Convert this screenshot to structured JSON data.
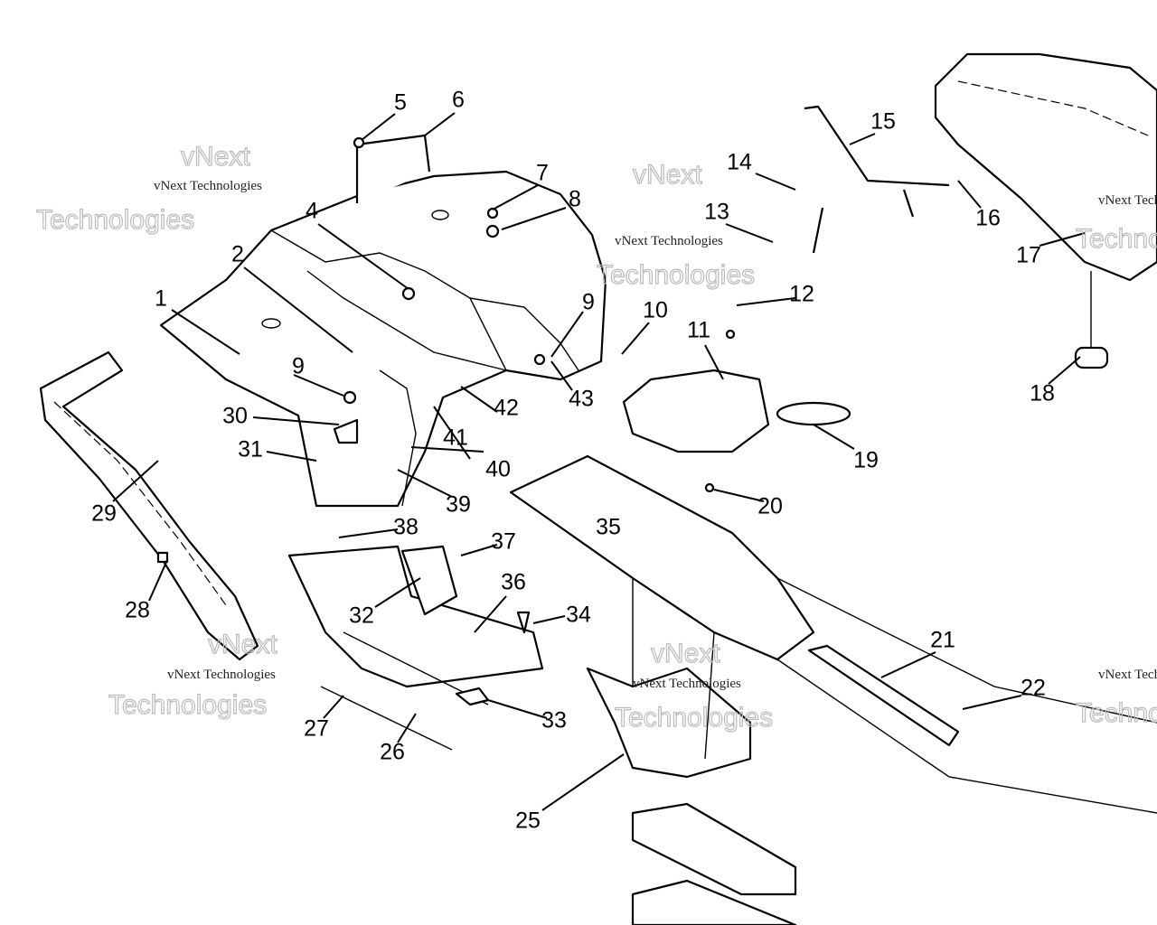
{
  "diagram": {
    "type": "exploded parts diagram",
    "watermark": {
      "line1": "vNext Technologies",
      "line2": "vNext",
      "line3": "Technologies"
    },
    "callouts": [
      "1",
      "2",
      "4",
      "5",
      "6",
      "7",
      "8",
      "9",
      "10",
      "11",
      "12",
      "13",
      "14",
      "15",
      "16",
      "17",
      "18",
      "19",
      "20",
      "21",
      "22",
      "25",
      "26",
      "27",
      "28",
      "29",
      "30",
      "31",
      "32",
      "33",
      "34",
      "35",
      "36",
      "37",
      "38",
      "39",
      "40",
      "41",
      "42",
      "43",
      "9"
    ]
  }
}
